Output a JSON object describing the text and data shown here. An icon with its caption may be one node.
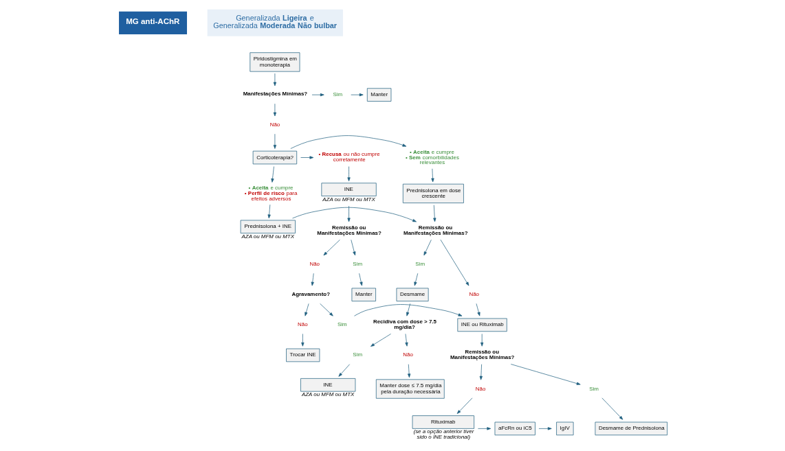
{
  "diagram": {
    "nodes": [
      {
        "text": [
          "MG anti-AChR"
        ]
      },
      {
        "text": [
          "Generalizada **Ligeira** e Generalizada **Moderada Não bulbar**"
        ]
      },
      {
        "text": [
          "Piridostigmina em monoterapia"
        ]
      },
      {
        "text": [
          "Manifestações Mínimas?"
        ]
      },
      {
        "text": [
          "Sim"
        ]
      },
      {
        "text": [
          "Manter"
        ]
      },
      {
        "text": [
          "Não"
        ]
      },
      {
        "text": [
          "Corticoterapia?"
        ]
      },
      {
        "text": [
          "•**Aceita** e cumpre",
          "•**Sem** comorbilidades relevantes"
        ]
      },
      {
        "text": [
          "•**Recusa** ou não cumpre corretamente"
        ]
      },
      {
        "text": [
          "Prednisolona em dose crescente"
        ]
      },
      {
        "text": [
          "•**Aceita** e cumpre",
          "•**Perfil de risco** para efeitos adversos"
        ]
      },
      {
        "text": [
          "INE"
        ],
        "beside": [
          "AZA ou MFM ou MTX"
        ]
      },
      {
        "text": [
          "Remissão ou Manifestações Mínimas?"
        ]
      },
      {
        "text": [
          "Prednisolona + INE"
        ],
        "beside": [
          "AZA ou MFM ou MTX"
        ]
      },
      {
        "text": [
          "Remissão ou Manifestações Mínimas?"
        ]
      },
      {
        "text": [
          "Sim"
        ]
      },
      {
        "text": [
          "Não"
        ]
      },
      {
        "text": [
          "Não"
        ]
      },
      {
        "text": [
          "Sim"
        ]
      },
      {
        "text": [
          "Desmame"
        ]
      },
      {
        "text": [
          "INE ou Rituximab"
        ]
      },
      {
        "text": [
          "Agravamento?"
        ]
      },
      {
        "text": [
          "Manter"
        ]
      },
      {
        "text": [
          "Recidiva com dose > 7.5 mg/dia?"
        ]
      },
      {
        "text": [
          "Remissão ou Manifestações Mínimas?"
        ]
      },
      {
        "text": [
          "Sim"
        ]
      },
      {
        "text": [
          "Não"
        ]
      },
      {
        "text": [
          "Sim"
        ]
      },
      {
        "text": [
          "Não"
        ]
      },
      {
        "text": [
          "Não"
        ]
      },
      {
        "text": [
          "Sim"
        ]
      },
      {
        "text": [
          "Trocar INE"
        ]
      },
      {
        "text": [
          "INE"
        ],
        "beside": [
          "AZA ou MFM ou MTX"
        ]
      },
      {
        "text": [
          "Manter dose ≤ 7.5 mg/dia pela duração necessária"
        ]
      },
      {
        "text": [
          "Desmame de Prednisolona"
        ]
      },
      {
        "text": [
          "Rituximab"
        ],
        "beside": [
          "(se a opção anterior tiver sido o INE tradicional)"
        ]
      },
      {
        "text": [
          "aFcRn ou iC5"
        ]
      },
      {
        "text": [
          "IgIV"
        ]
      }
    ],
    "edges": [
      {
        "from": 2,
        "to": 3,
        "arrow": "to"
      },
      {
        "from": 3,
        "to": 4,
        "arrow": "to"
      },
      {
        "from": 4,
        "to": 5,
        "arrow": "to"
      },
      {
        "from": 3,
        "to": 6,
        "arrow": "to"
      },
      {
        "from": 6,
        "to": 7,
        "arrow": "to"
      },
      {
        "from": 7,
        "to": 8,
        "arrow": "to"
      },
      {
        "from": 7,
        "to": 9,
        "arrow": "to"
      },
      {
        "from": 7,
        "to": 11,
        "arrow": "to"
      },
      {
        "from": 8,
        "to": 10,
        "arrow": "to"
      },
      {
        "from": 9,
        "to": 12,
        "arrow": "to"
      },
      {
        "from": 10,
        "to": 13,
        "arrow": "to"
      },
      {
        "from": 11,
        "to": 14,
        "arrow": "to"
      },
      {
        "from": 14,
        "to": 13,
        "arrow": "to"
      },
      {
        "from": 12,
        "to": 15,
        "arrow": "to"
      },
      {
        "from": 13,
        "to": 16,
        "arrow": "to"
      },
      {
        "from": 13,
        "to": 17,
        "arrow": "to"
      },
      {
        "from": 15,
        "to": 18,
        "arrow": "to"
      },
      {
        "from": 15,
        "to": 19,
        "arrow": "to"
      },
      {
        "from": 19,
        "to": 23,
        "arrow": "to"
      },
      {
        "from": 18,
        "to": 22,
        "arrow": "to"
      },
      {
        "from": 16,
        "to": 20,
        "arrow": "to"
      },
      {
        "from": 17,
        "to": 21,
        "arrow": "to"
      },
      {
        "from": 22,
        "to": 26,
        "arrow": "to"
      },
      {
        "from": 22,
        "to": 27,
        "arrow": "to"
      },
      {
        "from": 26,
        "to": 21,
        "arrow": "to"
      },
      {
        "from": 27,
        "to": 32,
        "arrow": "to"
      },
      {
        "from": 20,
        "to": 24,
        "arrow": "to"
      },
      {
        "from": 21,
        "to": 25,
        "arrow": "to"
      },
      {
        "from": 24,
        "to": 28,
        "arrow": "to"
      },
      {
        "from": 24,
        "to": 29,
        "arrow": "to"
      },
      {
        "from": 25,
        "to": 30,
        "arrow": "to"
      },
      {
        "from": 25,
        "to": 31,
        "arrow": "to"
      },
      {
        "from": 28,
        "to": 33,
        "arrow": "to"
      },
      {
        "from": 29,
        "to": 34,
        "arrow": "to"
      },
      {
        "from": 31,
        "to": 35,
        "arrow": "to"
      },
      {
        "from": 30,
        "to": 36,
        "arrow": "to"
      },
      {
        "from": 36,
        "to": 37,
        "arrow": "to"
      },
      {
        "from": 37,
        "to": 38,
        "arrow": "to"
      }
    ]
  }
}
